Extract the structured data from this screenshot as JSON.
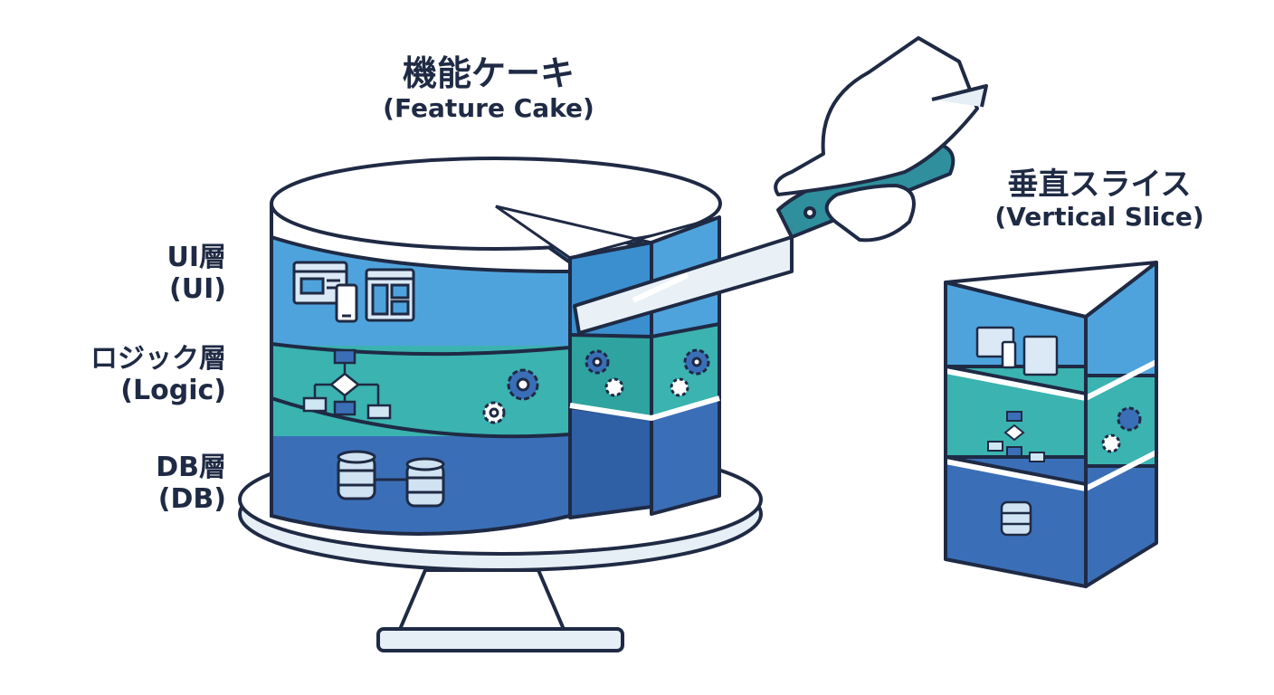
{
  "title": {
    "ja": "機能ケーキ",
    "en": "(Feature Cake)"
  },
  "slice_title": {
    "ja": "垂直スライス",
    "en": "(Vertical Slice)"
  },
  "layers": [
    {
      "ja": "UI層",
      "en": "(UI)"
    },
    {
      "ja": "ロジック層",
      "en": "(Logic)"
    },
    {
      "ja": "DB層",
      "en": "(DB)"
    }
  ],
  "colors": {
    "ui_layer": "#4fa3dd",
    "logic_layer": "#3bb3b0",
    "db_layer": "#3a6fb8",
    "outline": "#1f2a44",
    "knife_handle": "#2f8f9d",
    "stand": "#eef3f8"
  },
  "icons": [
    "window-icon",
    "phone-icon",
    "flowchart-icon",
    "gear-icon",
    "database-icon",
    "hand-icon",
    "knife-icon"
  ]
}
